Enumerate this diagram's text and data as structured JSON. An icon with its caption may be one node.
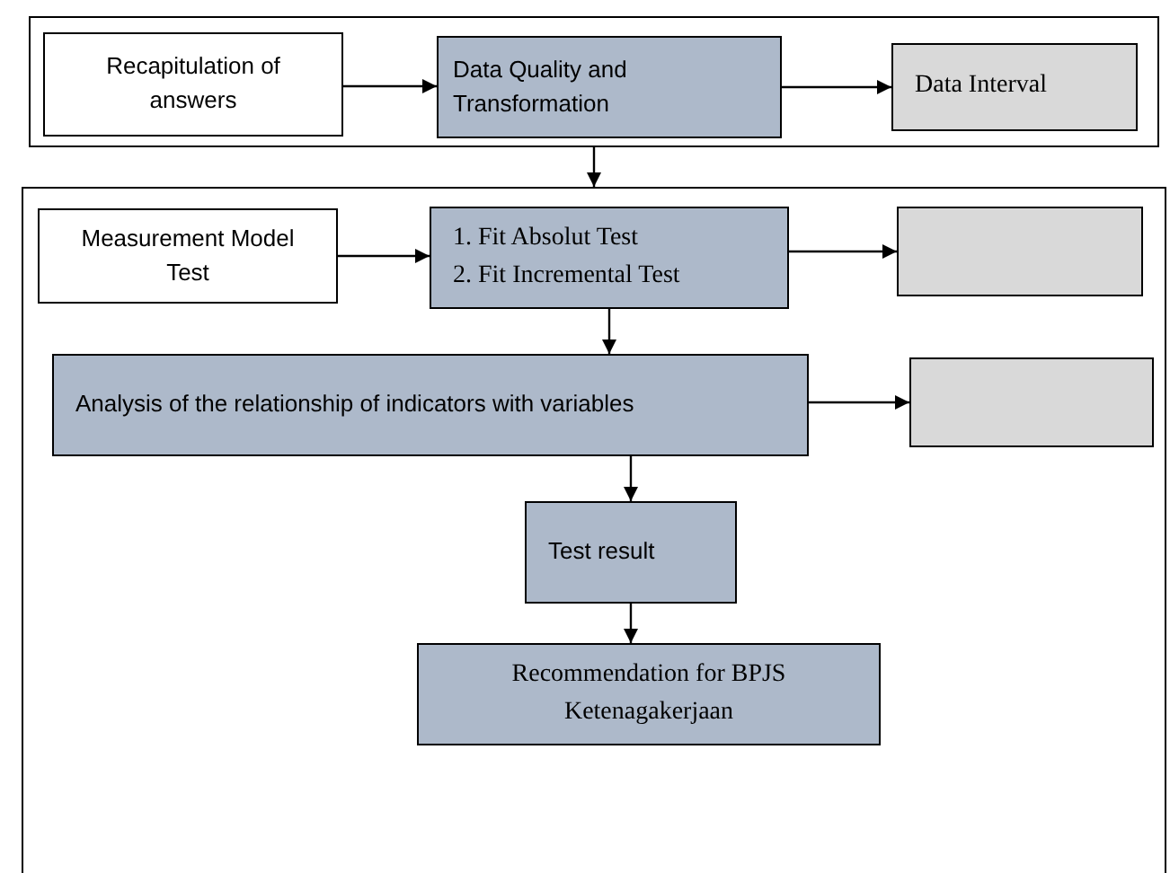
{
  "diagram": {
    "nodes": [
      {
        "text": [],
        "shape": "box"
      },
      {
        "text": [
          "Recapitulation of answers"
        ],
        "in": 0
      },
      {
        "text": [
          "Data Quality and Transformation"
        ],
        "in": 0
      },
      {
        "text": [
          "Data Interval"
        ],
        "in": 0
      },
      {
        "text": [],
        "shape": "box"
      },
      {
        "text": [
          "Measurement Model Test"
        ],
        "in": 4
      },
      {
        "text": [
          "1. Fit Absolut Test",
          "2. Fit Incremental Test"
        ],
        "in": 4
      },
      {
        "text": [],
        "shape": "box",
        "in": 4
      },
      {
        "text": [
          "Analysis of the relationship of indicators with variables"
        ],
        "in": 4
      },
      {
        "text": [],
        "shape": "box",
        "in": 4
      },
      {
        "text": [
          "Test result"
        ],
        "in": 4
      },
      {
        "text": [
          "Recommendation for BPJS Ketenagakerjaan"
        ],
        "in": 4
      }
    ],
    "edges": [
      {
        "from": 1,
        "to": 2,
        "arrow": "to"
      },
      {
        "from": 2,
        "to": 3,
        "arrow": "to"
      },
      {
        "from": 0,
        "to": 4,
        "arrow": "to"
      },
      {
        "from": 5,
        "to": 6,
        "arrow": "to"
      },
      {
        "from": 6,
        "to": 7,
        "arrow": "to"
      },
      {
        "from": 6,
        "to": 8,
        "arrow": "to"
      },
      {
        "from": 8,
        "to": 9,
        "arrow": "to"
      },
      {
        "from": 8,
        "to": 10,
        "arrow": "to"
      },
      {
        "from": 10,
        "to": 11,
        "arrow": "to"
      }
    ]
  }
}
